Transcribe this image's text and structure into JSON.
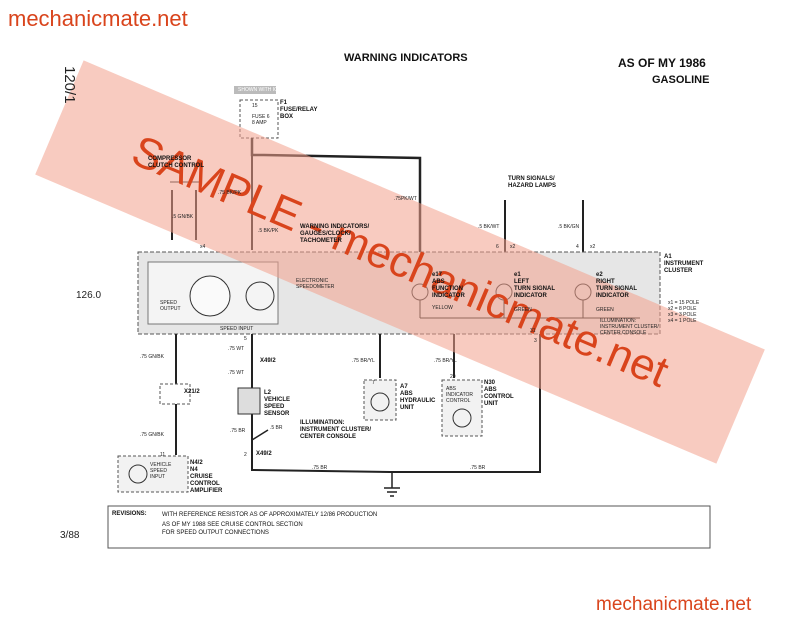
{
  "watermark": {
    "top": "mechanicmate.net",
    "bottom": "mechanicmate.net",
    "banner": "SAMPLE - mechanicmate.net"
  },
  "header": {
    "title": "WARNING INDICATORS",
    "model_year": "AS OF MY 1986",
    "fuel": "GASOLINE"
  },
  "page": {
    "section": "120/1",
    "sub": "126.0",
    "date": "3/88"
  },
  "components": {
    "f1": "F1\nFUSE/RELAY\nBOX",
    "fuse": "FUSE 6\n8 AMP",
    "fuse_num": "15",
    "fuse_top": "SHOWN WITH IGNITION ON",
    "compressor": "COMPRESSOR\nCLUTCH CONTROL",
    "warning": "WARNING INDICATORS/\nGAUGES/CLOCK/\nTACHOMETER",
    "turn": "TURN SIGNALS/\nHAZARD LAMPS",
    "a1": "A1\nINSTRUMENT\nCLUSTER",
    "speed_output": "SPEED\nOUTPUT",
    "speed_input": "SPEED INPUT",
    "electronic": "ELECTRONIC\nSPEEDOMETER",
    "e17": "e17\nABS\nFUNCTION\nINDICATOR",
    "e17_color": "YELLOW",
    "e1": "e1\nLEFT\nTURN SIGNAL\nINDICATOR",
    "e1_color": "GREEN",
    "e2": "e2\nRIGHT\nTURN SIGNAL\nINDICATOR",
    "e2_color": "GREEN",
    "poles": "x1 = 15 POLE\nx2 = 8 POLE\nx3 = 3 POLE\nx4 = 1 POLE",
    "illum1": "ILLUMINATION:\nINSTRUMENT CLUSTER/\nCENTER CONSOLE",
    "illum2": "ILLUMINATION:\nINSTRUMENT CLUSTER/\nCENTER CONSOLE",
    "l2": "L2\nVEHICLE\nSPEED\nSENSOR",
    "a7": "A7\nABS\nHYDRAULIC\nUNIT",
    "n30": "N30\nABS\nCONTROL\nUNIT",
    "abs_ind": "ABS\nINDICATOR\nCONTROL",
    "n4": "N4/2\nN4\nCRUISE\nCONTROL\nAMPLIFIER",
    "veh_speed": "VEHICLE\nSPEED\nINPUT",
    "x21": "X21/2",
    "x49a": "X49/2",
    "x49b": "X49/2"
  },
  "wires": {
    "w1": ".75 BK/PK",
    "w2": ".5 BK/PK",
    "w3": ".75PK/WT",
    "w4": ".5 BK/WT",
    "w5": ".5 BK/GN",
    "w6": ".75 GN/BK",
    "w7": ".75 WT",
    "w8": ".75 WT",
    "w9": ".75 BR/YL",
    "w10": ".75 BR/YL",
    "w11": ".75 GN/BK",
    "w12": ".75 BR",
    "w13": ".5 BR",
    "w14": ".75 BR",
    "w15": ".75 BR",
    "w16": ".5 GN/BK"
  },
  "pins": {
    "p6": "6",
    "p4": "4",
    "p2a": "x2",
    "p2b": "x2",
    "p5": "5",
    "p31": "31",
    "p3": "3",
    "p7": "7",
    "p20": "20",
    "p11": "11",
    "p2c": "2",
    "p4b": "x4"
  },
  "revisions": {
    "label": "REVISIONS:",
    "r1": "WITH REFERENCE RESISTOR AS OF APPROXIMATELY 12/86 PRODUCTION",
    "r2": "AS OF MY 1988 SEE CRUISE CONTROL SECTION",
    "r2b": "FOR SPEED OUTPUT CONNECTIONS"
  },
  "colors": {
    "watermark": "#d9441c",
    "banner": "#f3a08c"
  }
}
